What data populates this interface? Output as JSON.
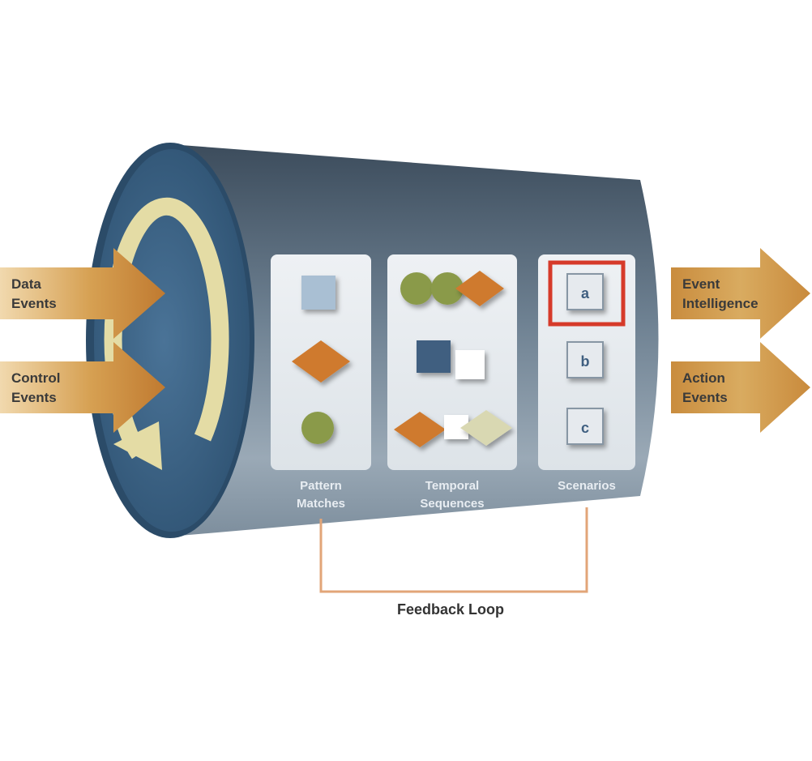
{
  "inputs": [
    {
      "line1": "Data",
      "line2": "Events"
    },
    {
      "line1": "Control",
      "line2": "Events"
    }
  ],
  "outputs": [
    {
      "line1": "Event",
      "line2": "Intelligence"
    },
    {
      "line1": "Action",
      "line2": "Events"
    }
  ],
  "panels": [
    {
      "line1": "Pattern",
      "line2": "Matches"
    },
    {
      "line1": "Temporal",
      "line2": "Sequences"
    },
    {
      "line1": "Scenarios",
      "line2": ""
    }
  ],
  "scenario_icons": [
    "a",
    "b",
    "c"
  ],
  "feedback_label": "Feedback Loop",
  "colors": {
    "arrow": "#c98a3c",
    "cylinder_face": "#3a5f7e",
    "cylinder_body": "#5f7182",
    "cycle": "#e4dca5",
    "shape_orange": "#cf7a2e",
    "shape_green": "#8a9a4a",
    "shape_navy": "#3f5f80",
    "shape_lightblue": "#a9bfd3",
    "shape_cream": "#d9d8b2",
    "highlight": "#d63a2a",
    "feedback_line": "#e2a578"
  }
}
